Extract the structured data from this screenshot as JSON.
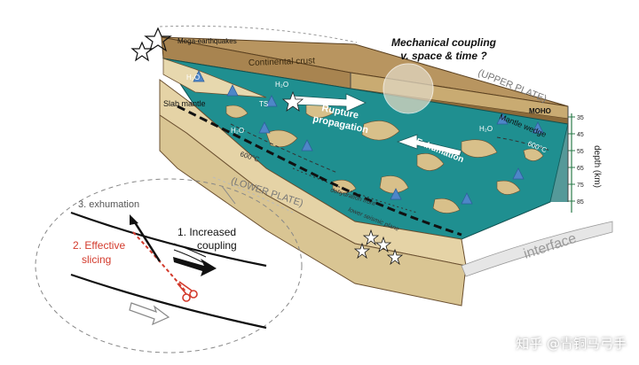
{
  "labels": {
    "mega_earthquakes": "Mega-earthquakes",
    "continental_crust": "Continental crust",
    "title_line1": "Mechanical coupling",
    "title_line2": "v. space & time ?",
    "upper_plate": "(UPPER PLATE)",
    "moho": "MOHO",
    "mantle_wedge": "Mantle wedge",
    "slab_mantle": "Slab mantle",
    "lower_plate": "(LOWER PLATE)",
    "h2o": "H₂O",
    "ts": "TS",
    "rupture_line1": "Rupture",
    "rupture_line2": "propagation",
    "exhumation": "Exhumation",
    "temp_600": "600°C",
    "dehydration_front": "dehydration front",
    "lower_seismic_plane": "lower seismic plane",
    "interface": "interface"
  },
  "depth_axis": {
    "title": "depth (km)",
    "ticks": [
      "35",
      "45",
      "55",
      "65",
      "75",
      "85"
    ]
  },
  "inset": {
    "exhumation": "3. exhumation",
    "increased_line1": "1. Increased",
    "increased_line2": "coupling",
    "effective_line1": "2. Effective",
    "effective_line2": "slicing"
  },
  "watermark": "知乎 @青铜马弓手",
  "colors": {
    "teal": "#1f8f90",
    "crust": "#c8a86a",
    "crust_dark": "#8a6a3a",
    "slab": "#dcc795",
    "blue_arrow": "#4e86c8",
    "red": "#d33a2c"
  }
}
